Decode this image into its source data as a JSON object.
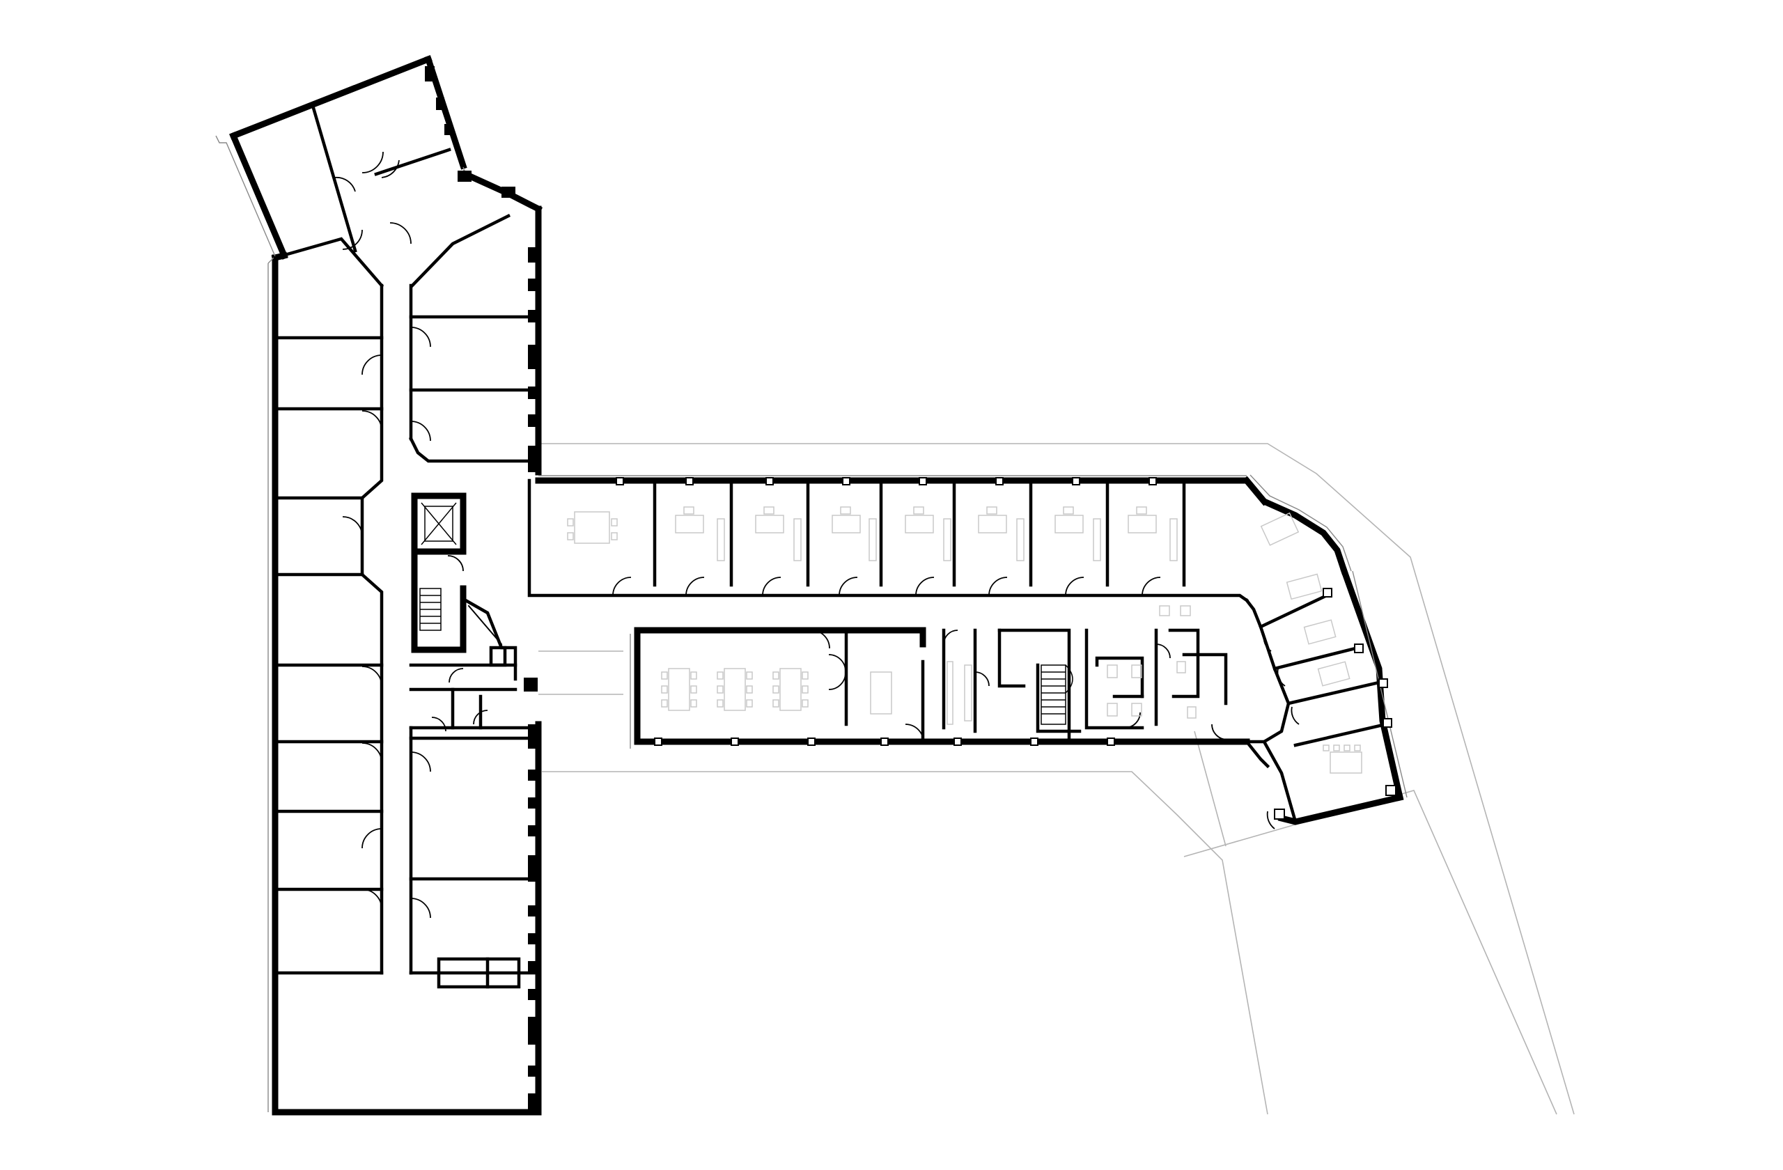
{
  "plan": {
    "type": "architectural-floor-plan",
    "wings": [
      "west-wing",
      "central-corridor-wing",
      "east-bend-wing"
    ],
    "colors": {
      "wall": "#000000",
      "site_outline": "#b4b4b4",
      "furniture": "#c8c8c8",
      "background": "#ffffff"
    },
    "icons": [
      "door-swing-icon",
      "stair-icon",
      "elevator-icon",
      "furniture-icon"
    ]
  }
}
